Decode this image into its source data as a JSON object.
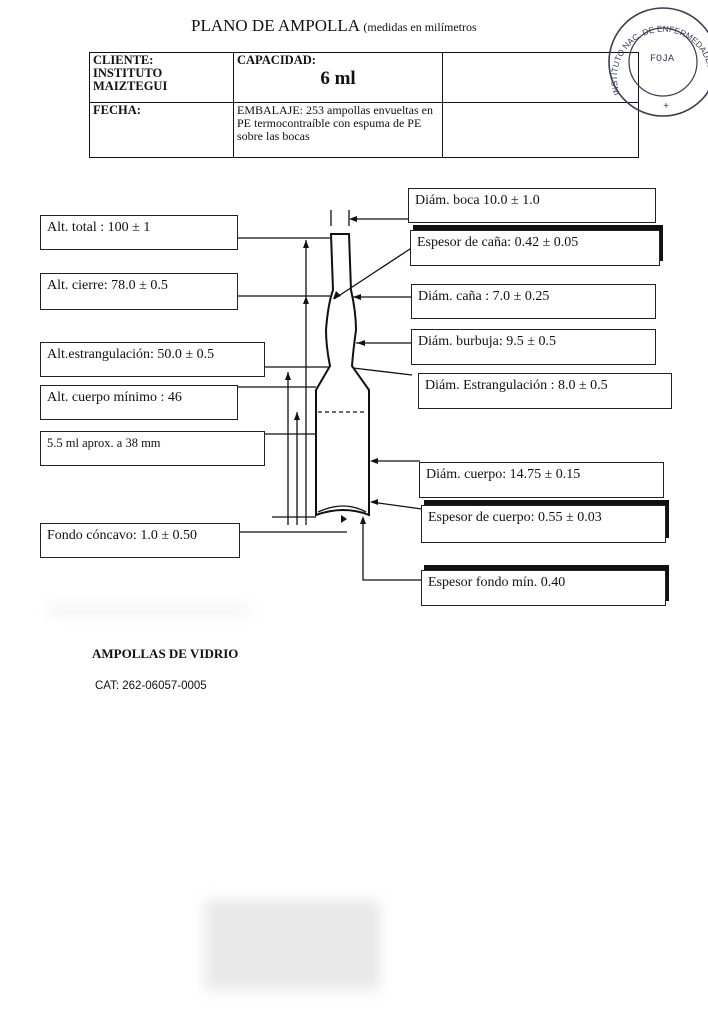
{
  "header": {
    "title": "PLANO DE AMPOLLA",
    "title_note": "(medidas en milímetros",
    "cliente_label": "CLIENTE:",
    "cliente_value": "INSTITUTO MAIZTEGUI",
    "capacidad_label": "CAPACIDAD:",
    "capacidad_value": "6 ml",
    "fecha_label": "FECHA:",
    "embalaje": "EMBALAJE: 253 ampollas envueltas en PE termocontraíble con espuma de PE sobre las bocas"
  },
  "left_labels": [
    "Alt. total : 100 ± 1",
    "Alt. cierre: 78.0 ± 0.5",
    "Alt.estrangulación: 50.0 ± 0.5",
    "Alt. cuerpo mínimo :  46",
    "5.5 ml  aprox. a 38 mm",
    "Fondo cóncavo: 1.0 ± 0.50"
  ],
  "right_labels": [
    "Diám. boca   10.0 ± 1.0",
    "Espesor de caña: 0.42 ± 0.05",
    "Diám. caña : 7.0 ± 0.25",
    "Diám. burbuja: 9.5 ± 0.5",
    "Diám. Estrangulación : 8.0  ± 0.5",
    "Diám. cuerpo: 14.75 ± 0.15",
    "Espesor de cuerpo: 0.55 ±  0.03",
    "Espesor fondo mín. 0.40"
  ],
  "stamp": {
    "text": "INSTITUTO NAC. DE ENFERMEDADES VIRALES DR. JULIO I. MAIZTEGUI",
    "foja": "FOJA"
  },
  "footer": {
    "title": "AMPOLLAS DE VIDRIO",
    "cat": "CAT: 262-06057-0005"
  }
}
